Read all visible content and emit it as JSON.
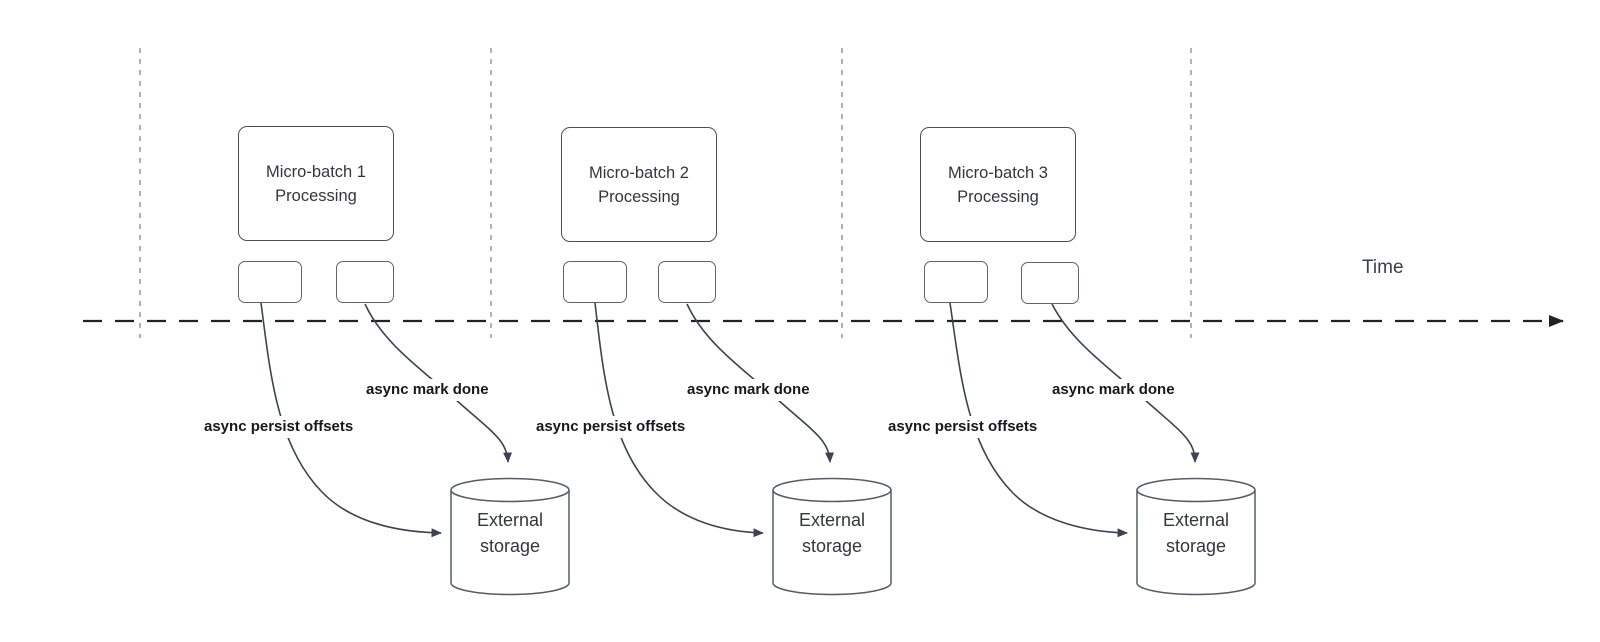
{
  "diagram_type": "micro-batch-timeline",
  "timeline": {
    "label": "Time"
  },
  "groups": [
    {
      "batch_label": "Micro-batch 1",
      "process_label": "Processing",
      "persist_label": "async persist offsets",
      "done_label": "async mark done",
      "storage": {
        "line1": "External",
        "line2": "storage"
      }
    },
    {
      "batch_label": "Micro-batch 2",
      "process_label": "Processing",
      "persist_label": "async persist offsets",
      "done_label": "async mark done",
      "storage": {
        "line1": "External",
        "line2": "storage"
      }
    },
    {
      "batch_label": "Micro-batch 3",
      "process_label": "Processing",
      "persist_label": "async persist offsets",
      "done_label": "async mark done",
      "storage": {
        "line1": "External",
        "line2": "storage"
      }
    }
  ],
  "colors": {
    "background": "#ffffff",
    "connector": "#3d4351",
    "timeline_line": "#1f2329",
    "guide_line": "#9e9e9e",
    "box_border": "#4a4f57",
    "mini_box_border": "#5f646c",
    "cylinder_border": "#565b65",
    "box_text": "#33363b",
    "label_text": "#16181c",
    "time_text": "#3a3f4a"
  }
}
